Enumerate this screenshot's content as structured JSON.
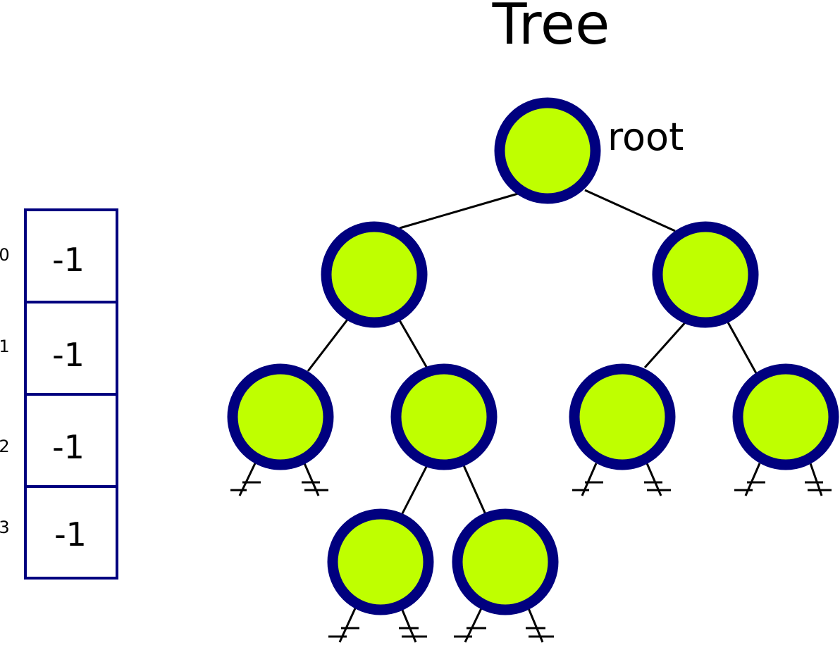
{
  "title": "Tree",
  "root_label": "root",
  "array": {
    "cells": [
      {
        "index": "0",
        "value": "-1"
      },
      {
        "index": "1",
        "value": "-1"
      },
      {
        "index": "2",
        "value": "-1"
      },
      {
        "index": "3",
        "value": "-1"
      }
    ]
  },
  "colors": {
    "node_fill": "#bfff00",
    "node_border": "#00007f",
    "cell_border": "#00007f",
    "edge": "#000000"
  }
}
